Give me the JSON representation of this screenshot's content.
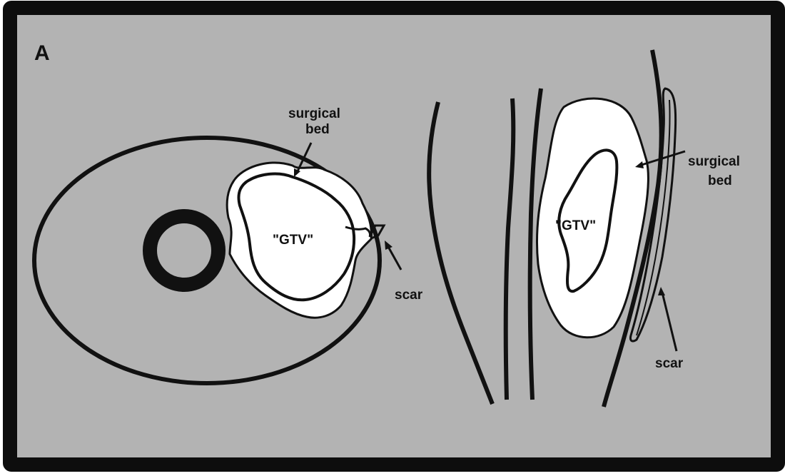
{
  "figure": {
    "panel_label": "A",
    "colors": {
      "background": "#b3b3b3",
      "frame": "#0d0d0d",
      "outline": "#111111",
      "fill_white": "#ffffff"
    },
    "left_view": {
      "surgical_bed_line1": "surgical",
      "surgical_bed_line2": "bed",
      "gtv": "\"GTV\"",
      "scar": "scar"
    },
    "right_view": {
      "surgical_bed_line1": "surgical",
      "surgical_bed_line2": "bed",
      "gtv": "\"GTV\"",
      "scar": "scar"
    }
  }
}
